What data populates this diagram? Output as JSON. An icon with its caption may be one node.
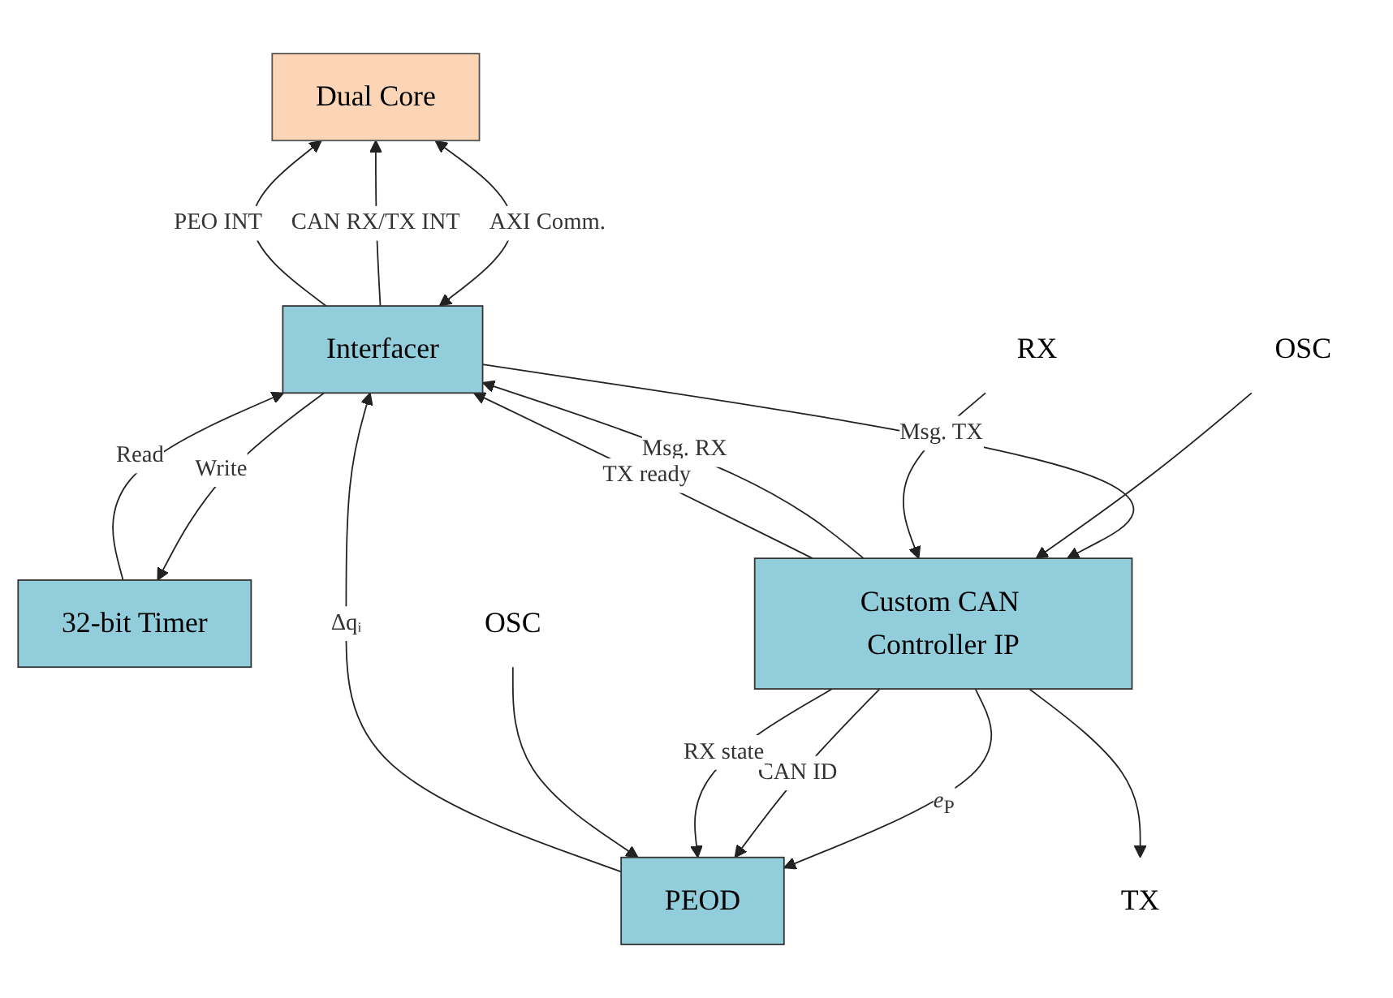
{
  "diagram": {
    "nodes": [
      {
        "text": [
          "Dual Core"
        ]
      },
      {
        "text": [
          "Interfacer"
        ]
      },
      {
        "text": [
          "32-bit Timer"
        ]
      },
      {
        "text": [
          "Custom CAN Controller IP"
        ]
      },
      {
        "text": [
          "PEOD"
        ]
      },
      {
        "text": [
          "OSC"
        ]
      },
      {
        "text": [
          "OSC"
        ]
      },
      {
        "text": [
          "TX"
        ]
      },
      {
        "text": [
          "RX"
        ]
      }
    ],
    "edges": [
      {
        "from": 1,
        "to": 0,
        "arrow": "to",
        "label": "CAN RX/TX INT"
      },
      {
        "from": 1,
        "to": 0,
        "arrow": "to",
        "label": "PEO INT"
      },
      {
        "from": 0,
        "to": 1,
        "arrow": "both",
        "label": "AXI Comm."
      },
      {
        "from": 2,
        "to": 1,
        "arrow": "to",
        "label": "Read"
      },
      {
        "from": 1,
        "to": 2,
        "arrow": "to",
        "label": "Write"
      },
      {
        "from": 4,
        "to": 1,
        "arrow": "to",
        "label": "Δqᵢ"
      },
      {
        "from": 1,
        "to": 3,
        "arrow": "to",
        "label": "Msg. TX"
      },
      {
        "from": 3,
        "to": 1,
        "arrow": "to",
        "label": "Msg. RX"
      },
      {
        "from": 3,
        "to": 1,
        "arrow": "to",
        "label": "TX ready"
      },
      {
        "from": 3,
        "to": 4,
        "arrow": "to",
        "label": "*e*$_{P}$"
      },
      {
        "from": 3,
        "to": 4,
        "arrow": "to",
        "label": "CAN ID"
      },
      {
        "from": 3,
        "to": 4,
        "arrow": "to",
        "label": "RX state"
      },
      {
        "from": 5,
        "to": 3,
        "arrow": "to"
      },
      {
        "from": 6,
        "to": 4,
        "arrow": "to"
      },
      {
        "from": 3,
        "to": 7,
        "arrow": "to"
      },
      {
        "from": 8,
        "to": 3,
        "arrow": "to"
      }
    ]
  }
}
